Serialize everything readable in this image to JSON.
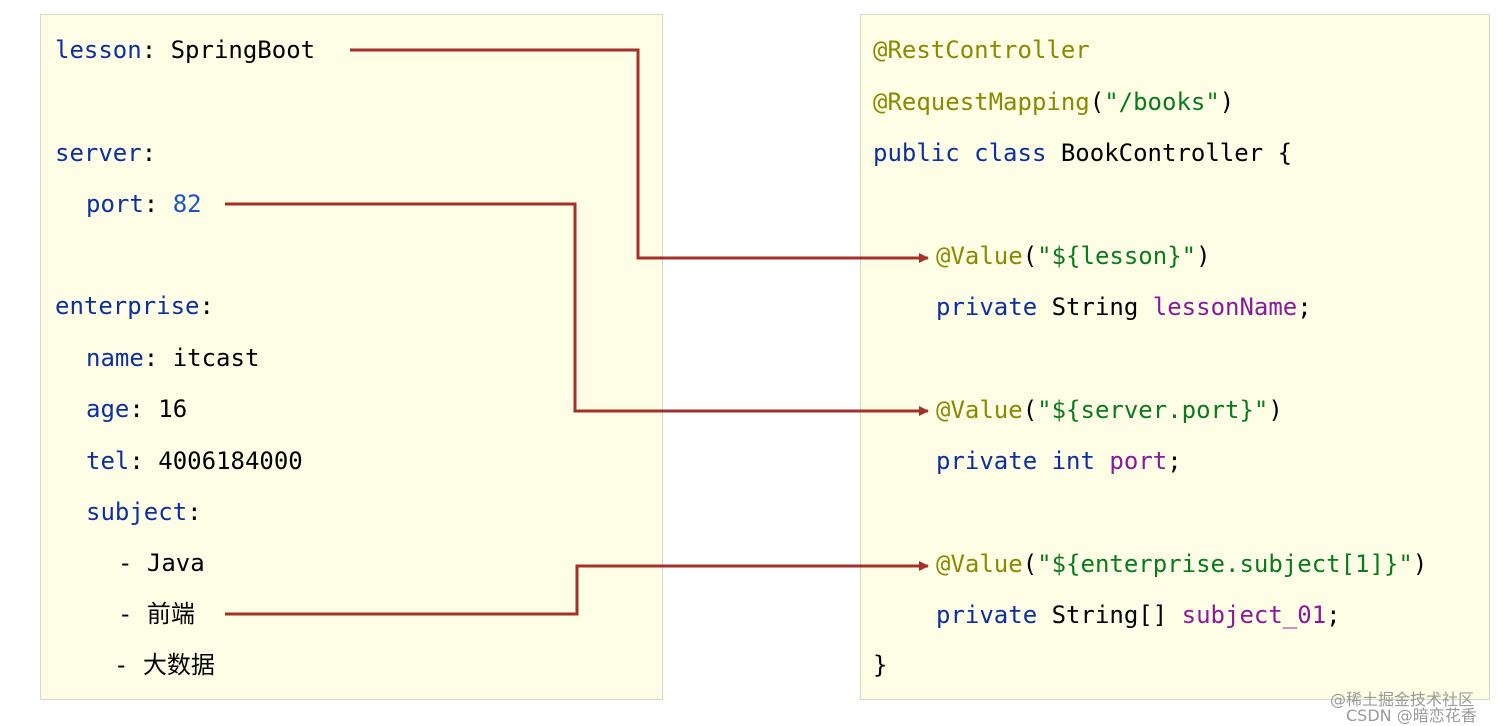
{
  "yaml": {
    "lesson_key": "lesson",
    "lesson_value": "SpringBoot",
    "server_key": "server",
    "port_key": "port",
    "port_value": "82",
    "enterprise_key": "enterprise",
    "name_key": "name",
    "name_value": "itcast",
    "age_key": "age",
    "age_value": "16",
    "tel_key": "tel",
    "tel_value": "4006184000",
    "subject_key": "subject",
    "subjects": [
      "Java",
      "前端",
      "大数据"
    ],
    "colon": ":",
    "dash": "-"
  },
  "java": {
    "ann_rest": "@RestController",
    "ann_mapping": "@RequestMapping",
    "mapping_arg": "\"/books\"",
    "kw_public": "public",
    "kw_class": "class",
    "class_name": "BookController",
    "open_brace": "{",
    "close_brace": "}",
    "ann_value": "@Value",
    "lesson_expr": "\"${lesson}\"",
    "port_expr": "\"${server.port}\"",
    "subject_expr": "\"${enterprise.subject[1]}\"",
    "kw_private": "private",
    "type_string": "String",
    "type_int": "int",
    "type_string_array": "String[]",
    "field_lesson": "lessonName",
    "field_port": "port",
    "field_subject": "subject_01",
    "paren_open": "(",
    "paren_close": ")",
    "semicolon": ";"
  },
  "colors": {
    "panel_bg": "#fefee6",
    "arrow": "#a3302a",
    "key": "#0d2fa0",
    "annotation": "#8a8a00",
    "string": "#0b7a1e",
    "field": "#8b1a9b"
  },
  "watermark": {
    "line1": "@稀土掘金技术社区",
    "line2": "CSDN @暗恋花香"
  }
}
